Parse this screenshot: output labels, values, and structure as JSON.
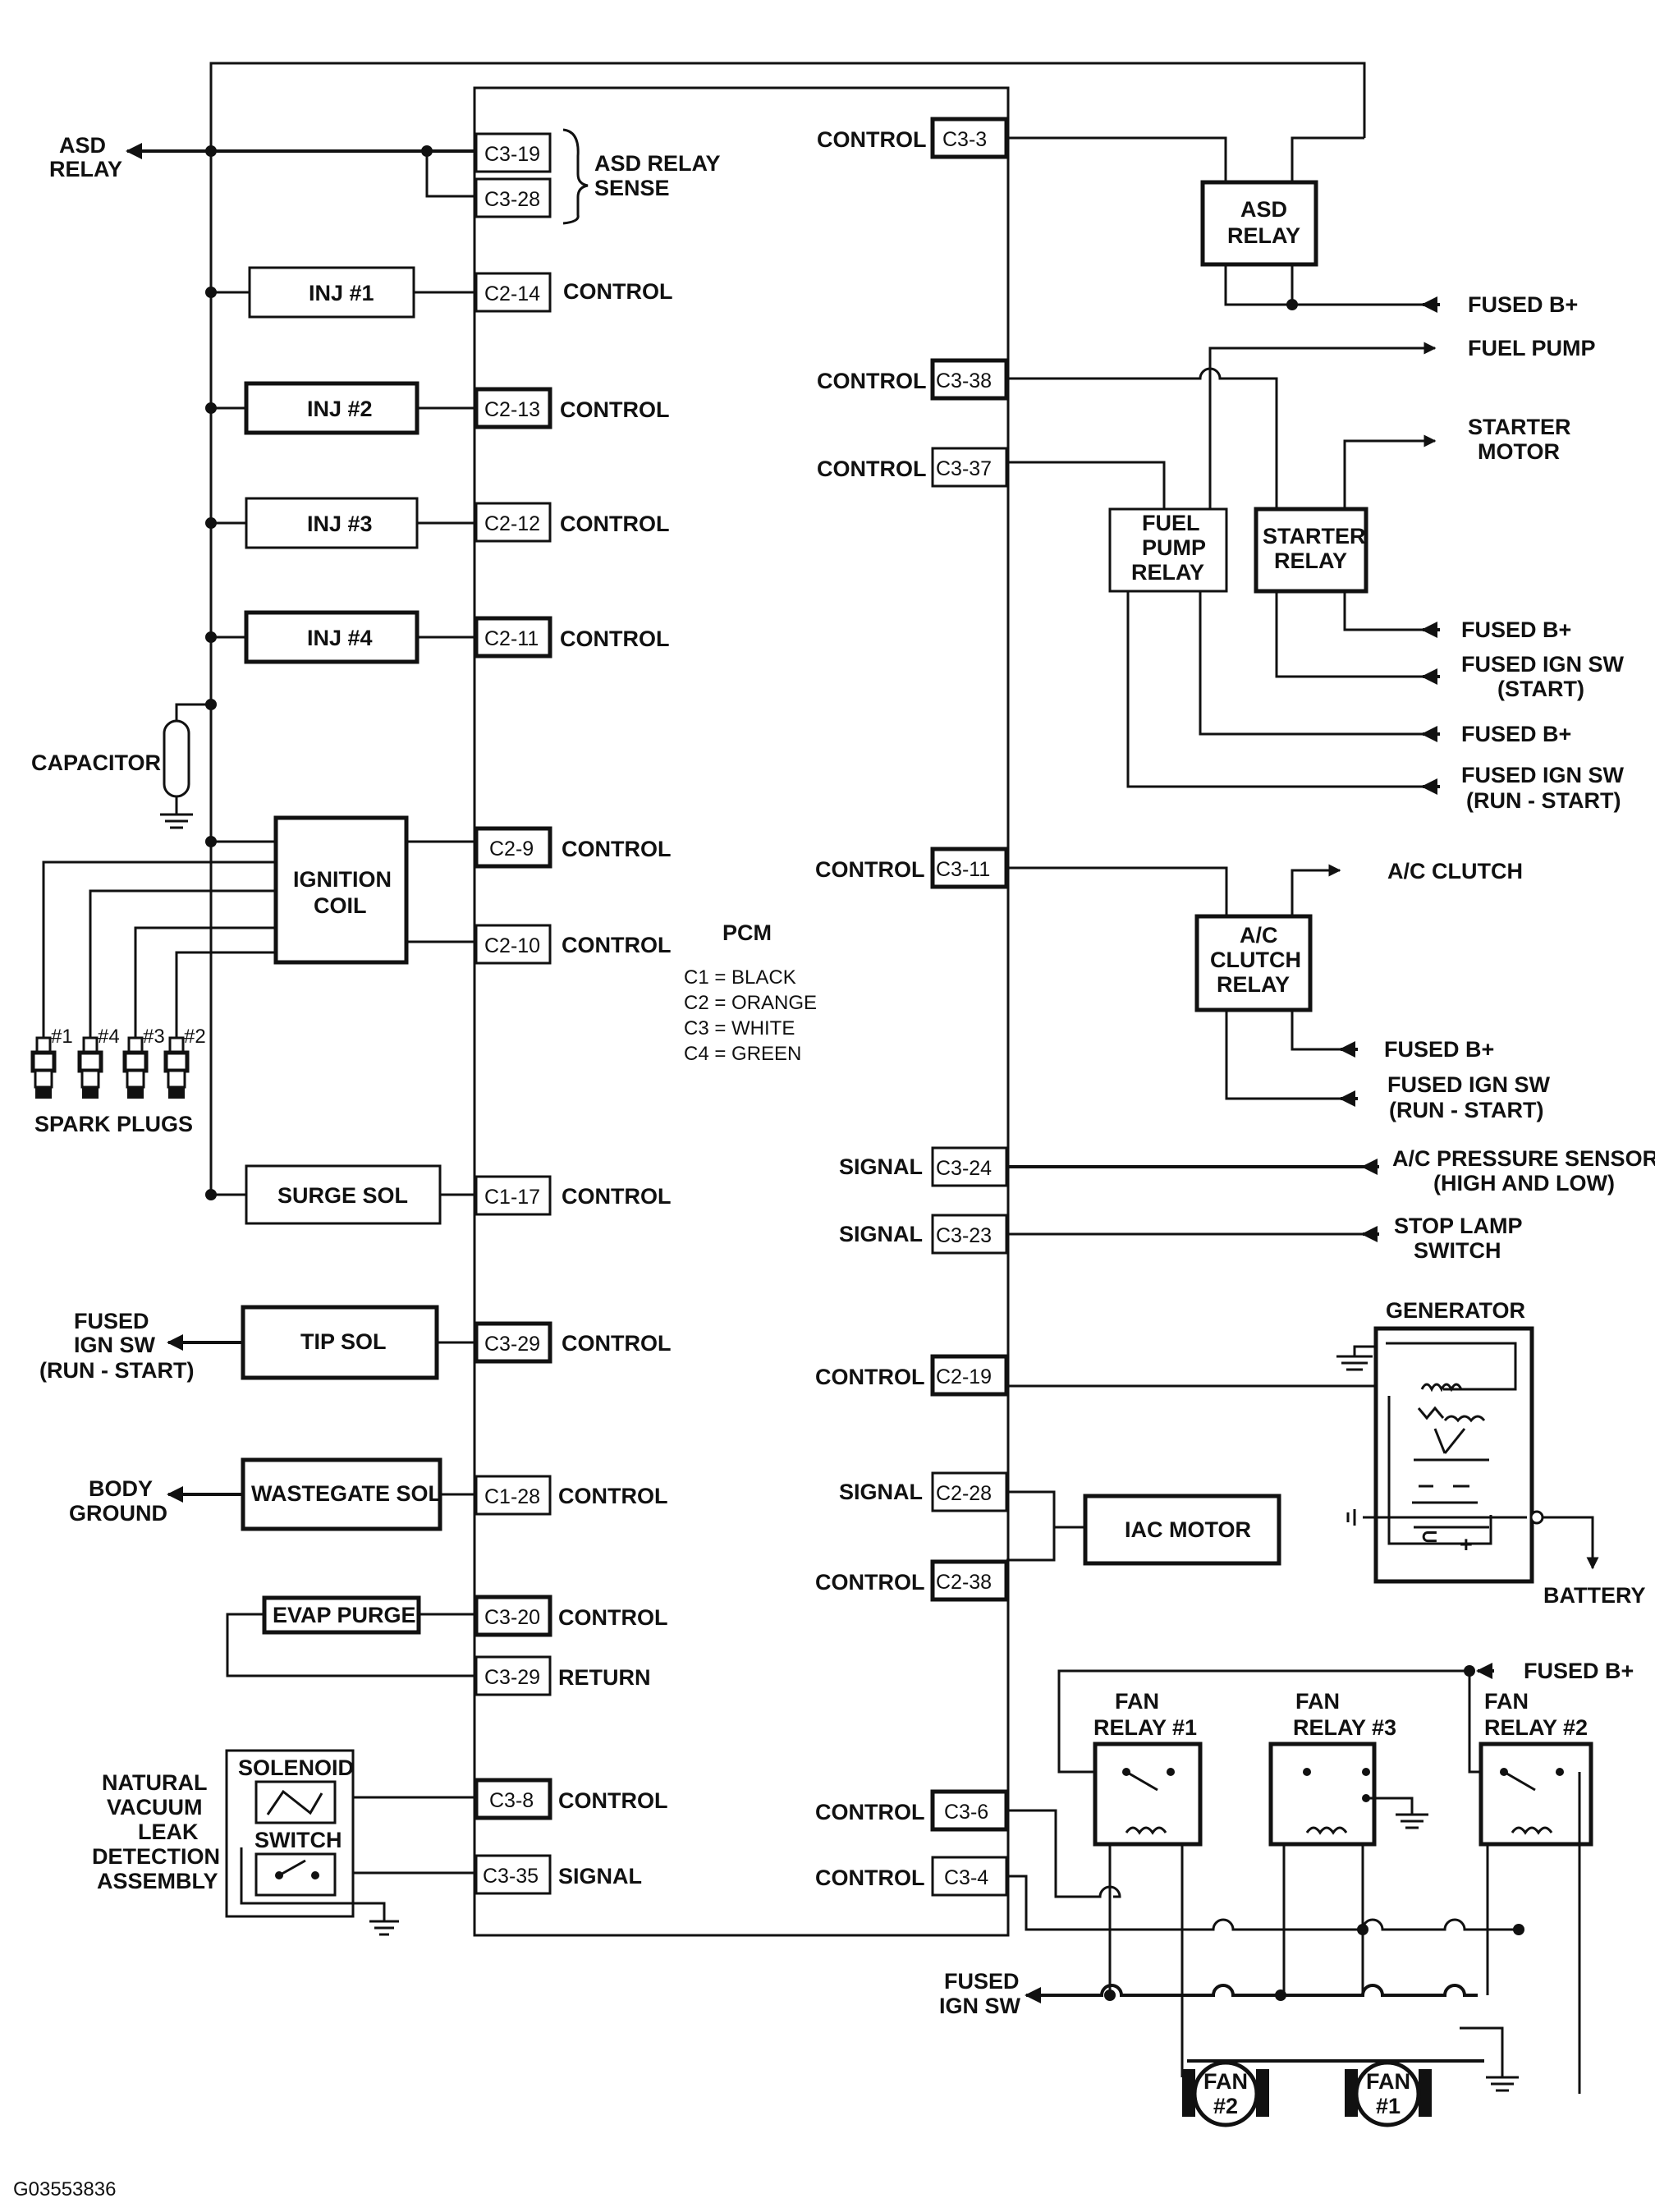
{
  "pcm": {
    "title": "PCM",
    "legend": [
      "C1 = BLACK",
      "C2 = ORANGE",
      "C3 = WHITE",
      "C4 = GREEN"
    ]
  },
  "left_pins": [
    {
      "id": "C3-19",
      "desc": ""
    },
    {
      "id": "C3-28",
      "desc": ""
    },
    {
      "id": "C2-14",
      "desc": "CONTROL"
    },
    {
      "id": "C2-13",
      "desc": "CONTROL"
    },
    {
      "id": "C2-12",
      "desc": "CONTROL"
    },
    {
      "id": "C2-11",
      "desc": "CONTROL"
    },
    {
      "id": "C2-9",
      "desc": "CONTROL"
    },
    {
      "id": "C2-10",
      "desc": "CONTROL"
    },
    {
      "id": "C1-17",
      "desc": "CONTROL"
    },
    {
      "id": "C3-29",
      "desc": "CONTROL"
    },
    {
      "id": "C1-28",
      "desc": "CONTROL"
    },
    {
      "id": "C3-20",
      "desc": "CONTROL"
    },
    {
      "id": "C3-29",
      "desc": "RETURN"
    },
    {
      "id": "C3-8",
      "desc": "CONTROL"
    },
    {
      "id": "C3-35",
      "desc": "SIGNAL"
    }
  ],
  "right_pins": [
    {
      "id": "C3-3",
      "desc": "CONTROL"
    },
    {
      "id": "C3-38",
      "desc": "CONTROL"
    },
    {
      "id": "C3-37",
      "desc": "CONTROL"
    },
    {
      "id": "C3-11",
      "desc": "CONTROL"
    },
    {
      "id": "C3-24",
      "desc": "SIGNAL"
    },
    {
      "id": "C3-23",
      "desc": "SIGNAL"
    },
    {
      "id": "C2-19",
      "desc": "CONTROL"
    },
    {
      "id": "C2-28",
      "desc": "SIGNAL"
    },
    {
      "id": "C2-38",
      "desc": "CONTROL"
    },
    {
      "id": "C3-6",
      "desc": "CONTROL"
    },
    {
      "id": "C3-4",
      "desc": "CONTROL"
    }
  ],
  "components": {
    "asd_relay_sense": [
      "ASD RELAY",
      "SENSE"
    ],
    "inj1": "INJ #1",
    "inj2": "INJ #2",
    "inj3": "INJ #3",
    "inj4": "INJ #4",
    "capacitor": "CAPACITOR",
    "ignition_coil": [
      "IGNITION",
      "COIL"
    ],
    "spark_plug_numbers": [
      "#1",
      "#4",
      "#3",
      "#2"
    ],
    "spark_plugs": "SPARK PLUGS",
    "surge_sol": "SURGE SOL",
    "tip_sol": "TIP SOL",
    "wastegate_sol": "WASTEGATE SOL",
    "evap_purge": "EVAP PURGE",
    "solenoid": "SOLENOID",
    "switch": "SWITCH",
    "nvld": [
      "NATURAL",
      "VACUUM",
      "LEAK",
      "DETECTION",
      "ASSEMBLY"
    ],
    "asd_relay": [
      "ASD",
      "RELAY"
    ],
    "fuel_pump_relay": [
      "FUEL",
      "PUMP",
      "RELAY"
    ],
    "starter_relay": [
      "STARTER",
      "RELAY"
    ],
    "ac_clutch_relay": [
      "A/C",
      "CLUTCH",
      "RELAY"
    ],
    "generator": "GENERATOR",
    "iac_motor": "IAC MOTOR",
    "fan_relay_1": [
      "FAN",
      "RELAY #1"
    ],
    "fan_relay_3": [
      "FAN",
      "RELAY #3"
    ],
    "fan_relay_2": [
      "FAN",
      "RELAY #2"
    ],
    "fan_2": [
      "FAN",
      "#2"
    ],
    "fan_1": [
      "FAN",
      "#1"
    ]
  },
  "external": {
    "asd_relay_in": [
      "ASD",
      "RELAY"
    ],
    "tip_fused_ign": [
      "FUSED",
      "IGN SW",
      "(RUN - START)"
    ],
    "body_ground": [
      "BODY",
      "GROUND"
    ],
    "asd_fused_b": "FUSED B+",
    "fuel_pump": "FUEL PUMP",
    "starter_motor": [
      "STARTER",
      "MOTOR"
    ],
    "starter_fused_b": "FUSED B+",
    "starter_fused_ign": [
      "FUSED IGN SW",
      "(START)"
    ],
    "fpr_fused_b": "FUSED B+",
    "fpr_fused_ign": [
      "FUSED IGN SW",
      "(RUN - START)"
    ],
    "ac_clutch": "A/C CLUTCH",
    "ac_fused_b": "FUSED B+",
    "ac_fused_ign": [
      "FUSED IGN SW",
      "(RUN - START)"
    ],
    "ac_pressure": [
      "A/C PRESSURE SENSOR",
      "(HIGH AND LOW)"
    ],
    "stop_lamp": [
      "STOP LAMP",
      "SWITCH"
    ],
    "battery": "BATTERY",
    "fan_fused_b": "FUSED B+",
    "fan_fused_ign": [
      "FUSED",
      "IGN SW"
    ]
  },
  "figure_id": "G03553836"
}
